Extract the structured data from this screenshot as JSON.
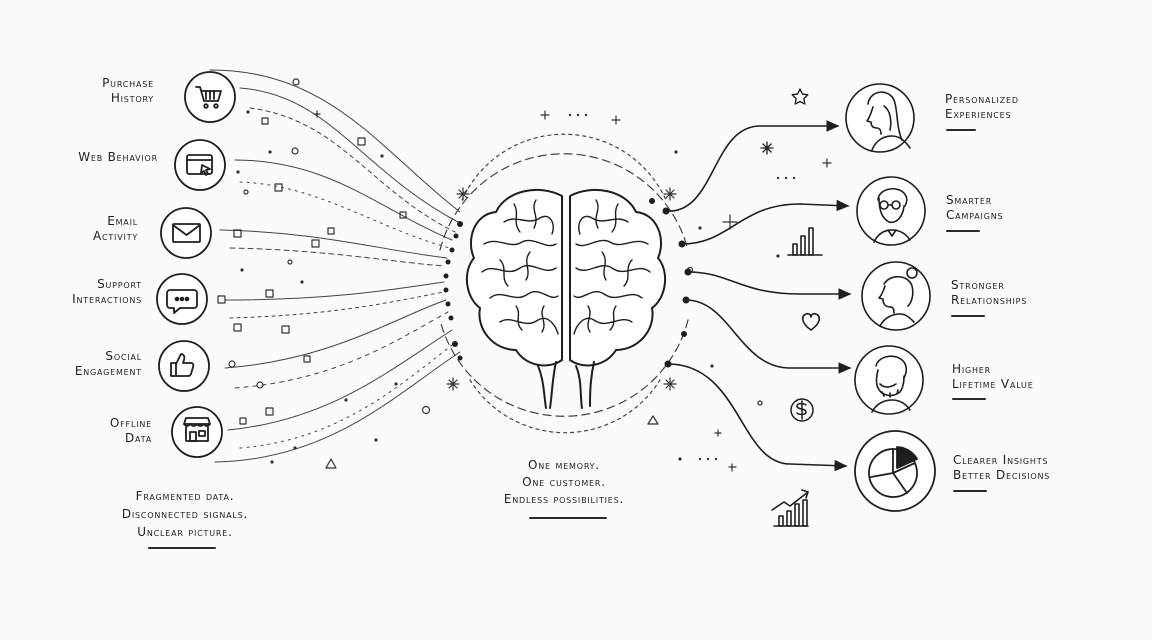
{
  "sources": [
    {
      "lines": [
        "Purchase",
        "History"
      ],
      "icon": "shopping-cart-icon"
    },
    {
      "lines": [
        "Web Behavior"
      ],
      "icon": "browser-cursor-icon"
    },
    {
      "lines": [
        "Email",
        "Activity"
      ],
      "icon": "envelope-icon"
    },
    {
      "lines": [
        "Support",
        "Interactions"
      ],
      "icon": "chat-bubble-icon"
    },
    {
      "lines": [
        "Social",
        "Engagement"
      ],
      "icon": "thumbs-up-icon"
    },
    {
      "lines": [
        "Offline",
        "Data"
      ],
      "icon": "storefront-icon"
    }
  ],
  "left_caption": [
    "Fragmented data.",
    "Disconnected signals.",
    "Unclear picture."
  ],
  "center_caption": [
    "One memory.",
    "One customer.",
    "Endless possibilities."
  ],
  "center_icon": "brain-icon",
  "outcomes": [
    {
      "lines": [
        "Personalized",
        "Experiences"
      ],
      "icon": "woman-profile-icon"
    },
    {
      "lines": [
        "Smarter",
        "Campaigns"
      ],
      "icon": "man-glasses-icon"
    },
    {
      "lines": [
        "Stronger",
        "Relationships"
      ],
      "icon": "woman-bun-icon"
    },
    {
      "lines": [
        "Higher",
        "Lifetime Value"
      ],
      "icon": "bearded-man-icon"
    },
    {
      "lines": [
        "Clearer Insights",
        "Better Decisions"
      ],
      "icon": "pie-chart-icon"
    }
  ],
  "decor_icons": [
    "star-icon",
    "sparkle-icon",
    "bar-chart-icon",
    "heart-icon",
    "dollar-icon",
    "growth-chart-icon"
  ]
}
